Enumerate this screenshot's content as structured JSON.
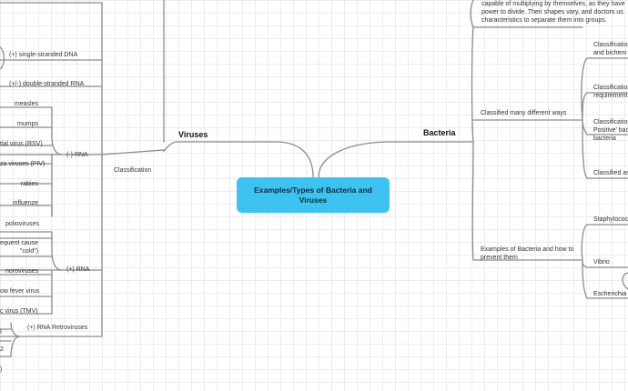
{
  "central": {
    "title": "Examples/Types of Bacteria and Viruses"
  },
  "viruses": {
    "title": "Viruses",
    "classification": "Classification",
    "ss_dna": "(+) single-stranded DNA",
    "ds_rna": "(+/-) double-stranded RNA",
    "neg_rna": {
      "label": "(-) RNA",
      "items": [
        "measles",
        "mumps",
        "tial virus (RSV)",
        "za viruses (PIV)",
        "rabies",
        "influenze"
      ]
    },
    "pos_rna": {
      "label": "(+) RNA",
      "items": [
        "polioviruses",
        "equent cause\n\"cold\")",
        "noroviruses",
        "ow fever virus",
        "c virus (TMV)"
      ]
    },
    "retro": {
      "label": "(+) RNA Retroviruses",
      "items": [
        "I",
        "2",
        ")"
      ]
    }
  },
  "bacteria": {
    "title": "Bacteria",
    "intro": "capable of multiplying by themselves, as they have power to divide. Their shapes vary, and doctors us characteristics to separate them into groups.",
    "classified": {
      "label": "Classified many different ways",
      "items": [
        "Classification\nand bichem",
        "Classification\nrequirement",
        "Classification\nPositive' bac\nbacteria",
        "Classified as"
      ]
    },
    "examples": {
      "label": "Examples of Bacteria and how to prevent them",
      "items": [
        "Staphylococ",
        "Vibrio",
        "Escherichia"
      ]
    }
  },
  "colors": {
    "central": "#3ec3f0",
    "line": "#8a8a8a",
    "grid": "#e9edf1"
  }
}
